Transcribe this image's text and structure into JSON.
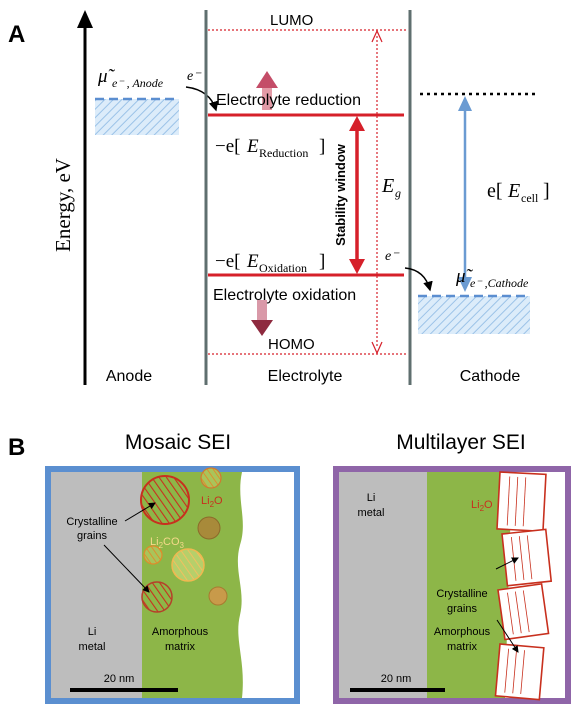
{
  "panel_a": {
    "letter": "A",
    "y_axis_label": "Energy, eV",
    "lumo": "LUMO",
    "homo": "HOMO",
    "electrolyte_reduction": "Electrolyte reduction",
    "electrolyte_oxidation": "Electrolyte oxidation",
    "stability_window": "Stability window",
    "mu_anode_symbol": "μ̃",
    "mu_anode_sub": "e⁻ , Anode",
    "mu_cathode_symbol": "μ̃",
    "mu_cathode_sub": "e⁻ ,Cathode",
    "electron": "e⁻",
    "e_reduction": {
      "prefix": "−e[",
      "E": "E",
      "sub": "Reduction",
      "suffix": "]"
    },
    "e_oxidation": {
      "prefix": "−e[",
      "E": "E",
      "sub": "Oxidation",
      "suffix": "]"
    },
    "e_g": {
      "E": "E",
      "sub": "g"
    },
    "e_cell": {
      "prefix": "e[",
      "E": "E",
      "sub": "cell",
      "suffix": "]"
    },
    "anode": "Anode",
    "electrolyte": "Electrolyte",
    "cathode": "Cathode"
  },
  "panel_b": {
    "letter": "B",
    "mosaic": {
      "title": "Mosaic SEI",
      "crystalline_grains": [
        "Crystalline",
        "grains"
      ],
      "li2o": {
        "base": "Li",
        "sub": "2",
        "tail": "O"
      },
      "li2co3": {
        "base": "Li",
        "sub1": "2",
        "mid": "CO",
        "sub2": "3"
      },
      "li_metal": [
        "Li",
        "metal"
      ],
      "amorphous": [
        "Amorphous",
        "matrix"
      ],
      "scale": "20 nm"
    },
    "multilayer": {
      "title": "Multilayer SEI",
      "li_metal": [
        "Li",
        "metal"
      ],
      "li2o": {
        "base": "Li",
        "sub": "2",
        "tail": "O"
      },
      "crystalline_grains": [
        "Crystalline",
        "grains"
      ],
      "amorphous": [
        "Amorphous",
        "matrix"
      ],
      "scale": "20 nm"
    }
  },
  "colors": {
    "red": "#d6202a",
    "blue": "#6b9bd2",
    "mosaic_border": "#5b8fd0",
    "multilayer_border": "#8f65a8",
    "green": "#8db648",
    "metal": "#bdbdbd"
  }
}
